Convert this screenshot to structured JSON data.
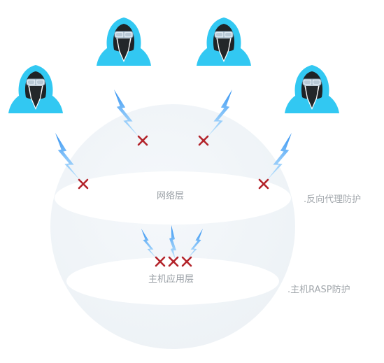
{
  "layers": {
    "network": {
      "name": "网络层",
      "protection": ".反向代理防护"
    },
    "host": {
      "name": "主机应用层",
      "protection": ".主机RASP防护"
    }
  },
  "attackers": [
    {
      "icon": "hacker-icon"
    },
    {
      "icon": "hacker-icon"
    },
    {
      "icon": "hacker-icon"
    },
    {
      "icon": "hacker-icon"
    },
    {
      "icon": "hacker-icon"
    }
  ],
  "colors": {
    "hood": "#32c8f2",
    "lightning": "#4aa8f0",
    "block_mark": "#b3242b",
    "sphere": "#f1f5f9",
    "layer_band": "#ffffff",
    "label": "#9aa0a6"
  }
}
